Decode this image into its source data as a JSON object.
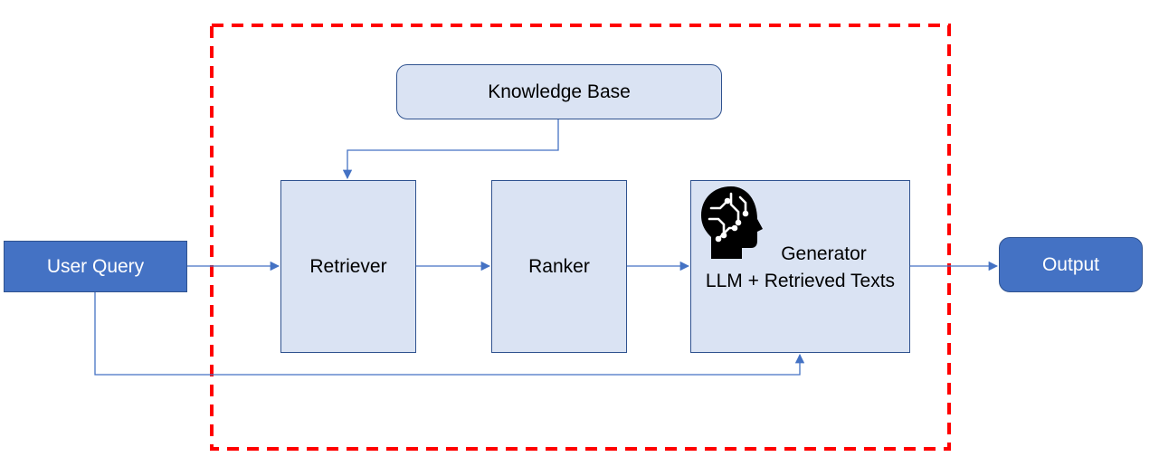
{
  "nodes": {
    "knowledge_base": "Knowledge Base",
    "user_query": "User Query",
    "retriever": "Retriever",
    "ranker": "Ranker",
    "generator_title": "Generator",
    "generator_subtitle": "LLM + Retrieved Texts",
    "output": "Output"
  },
  "icons": {
    "generator": "brain-head-icon"
  },
  "colors": {
    "light_fill": "#dae3f3",
    "dark_fill": "#4472c4",
    "border": "#2f528f",
    "connector": "#4472c4",
    "boundary": "#ff0000"
  }
}
